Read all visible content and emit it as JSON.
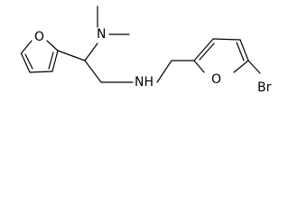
{
  "structure": {
    "atoms": {
      "dimethylamine_nitrogen": "N",
      "secondary_amine": "NH",
      "furan_oxygen_left": "O",
      "furan_oxygen_right": "O",
      "bromine": "Br"
    }
  }
}
